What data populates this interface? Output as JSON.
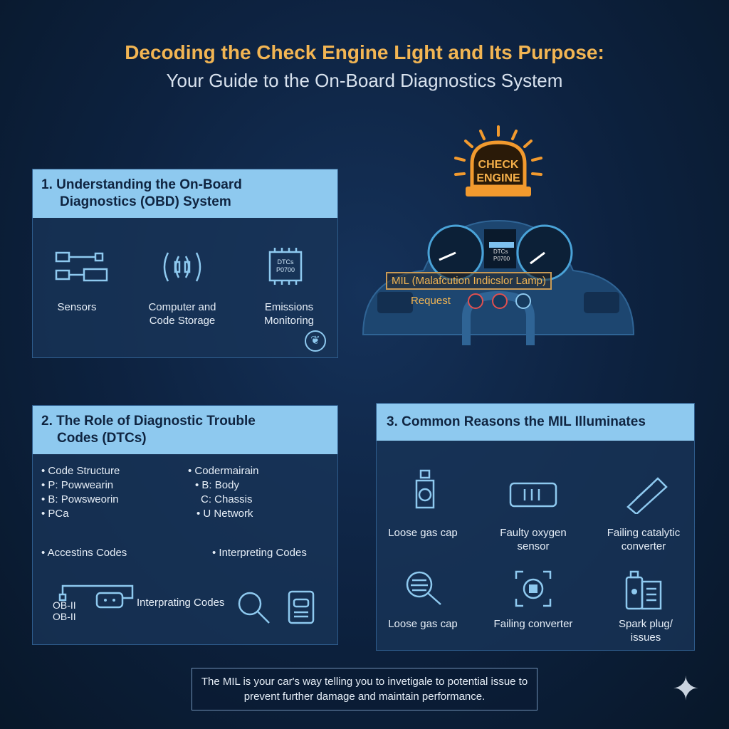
{
  "title": {
    "line1": "Decoding the Check Engine Light and Its Purpose:",
    "line2": "Your Guide to the On-Board Diagnostics System"
  },
  "hero": {
    "lamp_line1": "CHECK",
    "lamp_line2": "ENGINE",
    "display_line1": "DTCs",
    "display_line2": "P0700",
    "mil_label": "MIL (Malafcution Indicslor Lamp)",
    "request_label": "Request",
    "lamp_color": "#f29a2e"
  },
  "section1": {
    "heading_line1": "1. Understanding the On-Board",
    "heading_line2": "Diagnostics (OBD) System",
    "items": [
      {
        "icon": "sensors-icon",
        "label": "Sensors"
      },
      {
        "icon": "computer-chip-icon",
        "label": "Computer and Code Storage"
      },
      {
        "icon": "dtc-chip-icon",
        "label": "Emissions Monitoring",
        "chip_text1": "DTCs",
        "chip_text2": "P0700"
      }
    ]
  },
  "section2": {
    "heading_line1": "2. The Role of Diagnostic Trouble",
    "heading_line2": "Codes (DTCs)",
    "left_list": [
      "Code Structure",
      "P: Powwearin",
      "B: Powsweorin",
      "PCa"
    ],
    "right_list": [
      "Codermairain",
      "B: Body",
      "C: Chassis",
      "U Network"
    ],
    "access": "Accestins Codes",
    "interpreting": "Interpreting Codes",
    "connector_label1": "OB-II",
    "connector_label2": "OB-II",
    "tool_label": "Interprating Codes"
  },
  "section3": {
    "heading": "3. Common Reasons the MIL Illuminates",
    "items": [
      {
        "icon": "gas-cap-icon",
        "label": "Loose gas cap"
      },
      {
        "icon": "oxygen-sensor-icon",
        "label": "Faulty oxygen sensor"
      },
      {
        "icon": "catalytic-converter-icon",
        "label": "Failing catalytic converter"
      },
      {
        "icon": "magnifier-icon",
        "label": "Loose gas cap"
      },
      {
        "icon": "converter-icon",
        "label": "Failing converter"
      },
      {
        "icon": "spark-plug-icon",
        "label": "Spark plug/ issues"
      }
    ]
  },
  "footer": {
    "text": "The MIL is your car's way telling you to invetigale to potential issue to prevent further damage and maintain performance."
  },
  "colors": {
    "accent": "#f2b553",
    "header_bg": "#8ec9ef",
    "background": "#0d2240"
  }
}
